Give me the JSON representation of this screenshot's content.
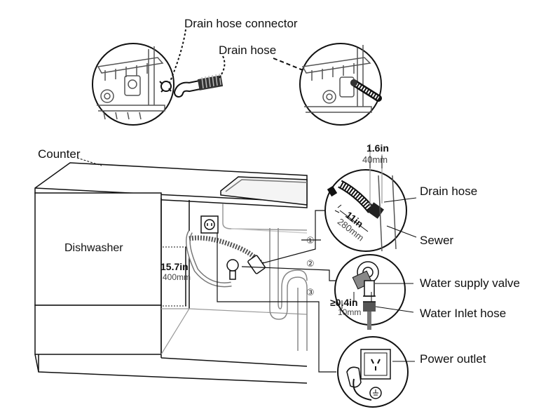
{
  "labels": {
    "drain_hose_connector": "Drain hose connector",
    "drain_hose_top": "Drain hose",
    "counter": "Counter",
    "dishwasher": "Dishwasher",
    "drain_hose_right": "Drain hose",
    "sewer": "Sewer",
    "water_supply_valve": "Water supply valve",
    "water_inlet_hose": "Water Inlet hose",
    "power_outlet": "Power outlet"
  },
  "dimensions": {
    "d1_main": "1.6in",
    "d1_sub": "40mm",
    "d2_main": "11in",
    "d2_sub": "280mm",
    "d3_main": "15.7in",
    "d3_sub": "400mm",
    "d4_main": "≥0.4in",
    "d4_sub": "10mm"
  },
  "callouts": [
    "①",
    "②",
    "③"
  ],
  "colors": {
    "line": "#111111",
    "gray": "#888888",
    "light": "#cccccc"
  }
}
